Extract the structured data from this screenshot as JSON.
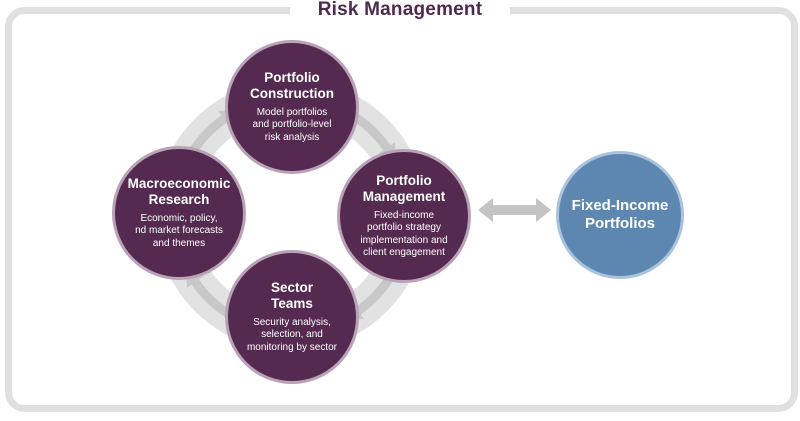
{
  "title": "Risk Management",
  "colors": {
    "frame": "#e0e0e0",
    "ring": "#e2e2e2",
    "ring_arrow": "#c8c8c8",
    "node_purple": "#552a50",
    "node_purple_border": "#b9a2b8",
    "node_blue": "#5d87b1",
    "node_blue_border": "#a9c3dc",
    "title_text": "#4f2a4e",
    "double_arrow": "#c4c4c4"
  },
  "cycle": {
    "nodes": [
      {
        "id": "portfolio-construction",
        "title_lines": [
          "Portfolio",
          "Construction"
        ],
        "description_lines": [
          "Model portfolios",
          "and portfolio-level",
          "risk analysis"
        ]
      },
      {
        "id": "portfolio-management",
        "title_lines": [
          "Portfolio",
          "Management"
        ],
        "description_lines": [
          "Fixed-income",
          "portfolio strategy",
          "implementation and",
          "client engagement"
        ]
      },
      {
        "id": "sector-teams",
        "title_lines": [
          "Sector",
          "Teams"
        ],
        "description_lines": [
          "Security analysis,",
          "selection, and",
          "monitoring by sector"
        ]
      },
      {
        "id": "macroeconomic-research",
        "title_lines": [
          "Macroeconomic",
          "Research"
        ],
        "description_lines": [
          "Economic, policy,",
          "nd market forecasts",
          "and themes"
        ]
      }
    ],
    "flow_direction": "clockwise"
  },
  "output": {
    "title_lines": [
      "Fixed-Income",
      "Portfolios"
    ],
    "connector": "bidirectional"
  }
}
